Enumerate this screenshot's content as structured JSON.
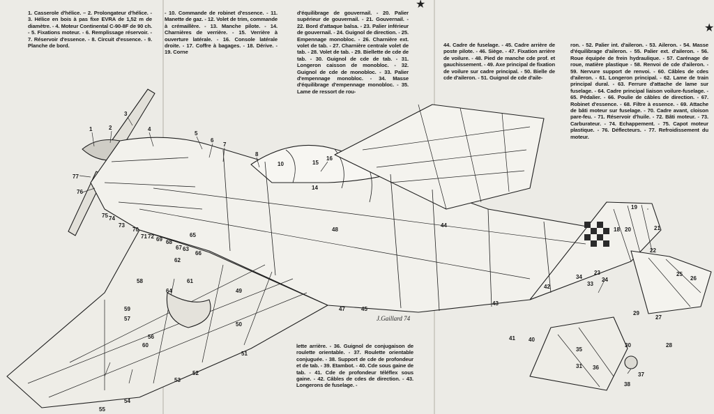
{
  "legend": {
    "col1": "1. Casserole d'hélice. – 2. Prolongateur d'hélice. - 3. Hélice en bois à pas fixe EVRA de 1,52 m de diamètre. - 4. Moteur Continental C-90-8F de 90 ch. - 5. Fixations moteur. - 6. Remplissage réservoir. - 7. Réservoir d'essence. - 8. Circuit d'essence. - 9. Planche de bord.",
    "col2": "- 10. Commande de robinet d'essence. - 11. Manette de gaz. - 12. Volet de trim, commande à crémaillère. - 13. Manche pilote. - 14. Charnières de verrière. - 15. Verrière à ouverture latérale. - 16. Console latérale droite. - 17. Coffre à bagages. - 18. Dérive. - 19. Corne",
    "col3": "d'équilibrage de gouvernail. - 20. Palier supérieur de gouvernail. - 21. Gouvernail. - 22. Bord d'attaque balsa. - 23. Palier inférieur de gouvernail. - 24. Guignol de direction. - 25. Empennage monobloc. - 26. Charnière ext. volet de tab. - 27. Charnière centrale volet de tab. - 28. Volet de tab. - 29. Biellette de cde de tab. - 30. Guignol de cde de tab. - 31. Longeron caisson de monobloc. - 32. Guignol de cde de monobloc. - 33. Palier d'empennage monobloc. - 34. Masse d'équilibrage d'empennage monobloc. - 35. Lame de ressort de rou-",
    "col4": "44. Cadre de fuselage. - 45. Cadre arrière de poste pilote. - 46. Siège. - 47. Fixation arrière de voilure. - 48. Pied de manche cde prof. et gauchissement. - 49. Axe principal de fixation de voilure sur cadre principal. - 50. Bielle de cde d'aileron. - 51. Guignol de cde d'aile-",
    "col5": "ron. - 52. Palier int. d'aileron. - 53. Aileron. - 54. Masse d'équilibrage d'aileron. - 55. Palier ext. d'aileron. - 56. Roue équipée de frein hydraulique. - 57. Carénage de roue, matière plastique - 58. Renvoi de cde d'aileron. - 59. Nervure support de renvoi. - 60. Câbles de cdes d'aileron. - 61. Longeron principal. - 62. Lame de train principal dural. - 63. Ferrure d'attache de lame sur fuselage. - 64. Cadre principal liaison voilure-fuselage. - 65. Pédalier. - 66. Poulie de câbles de direction. - 67. Robinet d'essence. - 68. Filtre à essence. - 69. Attache de bâti moteur sur fuselage. - 70. Cadre avant, cloison pare-feu. - 71. Réservoir d'huile. - 72. Bâti moteur. - 73. Carburateur. - 74. Echappement. - 75. Capot moteur plastique. - 76. Déflecteurs. - 77. Refroidissement du moteur.",
    "col6": "lette arrière. - 36. Guignol de conjugaison de roulette orientable. - 37. Roulette orientable conjuguée. - 38. Support de cde de profondeur et de tab. - 39. Etambot. - 40. Cde sous gaine de tab. - 41. Cde de profondeur téléflex sous gaine. - 42. Câbles de cdes de direction. - 43. Longerons de fuselage. -"
  },
  "signature": "J.Gaillard 74",
  "callouts": [
    "1",
    "2",
    "3",
    "4",
    "5",
    "6",
    "7",
    "8",
    "10",
    "14",
    "15",
    "16",
    "18",
    "19",
    "20",
    "21",
    "22",
    "23",
    "24",
    "25",
    "26",
    "27",
    "28",
    "29",
    "30",
    "31",
    "33",
    "34",
    "35",
    "36",
    "37",
    "38",
    "40",
    "41",
    "42",
    "43",
    "44",
    "45",
    "47",
    "48",
    "49",
    "50",
    "51",
    "52",
    "53",
    "54",
    "55",
    "56",
    "57",
    "58",
    "59",
    "60",
    "61",
    "62",
    "63",
    "64",
    "65",
    "66",
    "67",
    "68",
    "69",
    "70",
    "71",
    "72",
    "73",
    "74",
    "75",
    "76",
    "77"
  ],
  "colors": {
    "paper": "#ecebe6",
    "ink": "#1a1a1a",
    "fold": "#cfcdc6"
  }
}
